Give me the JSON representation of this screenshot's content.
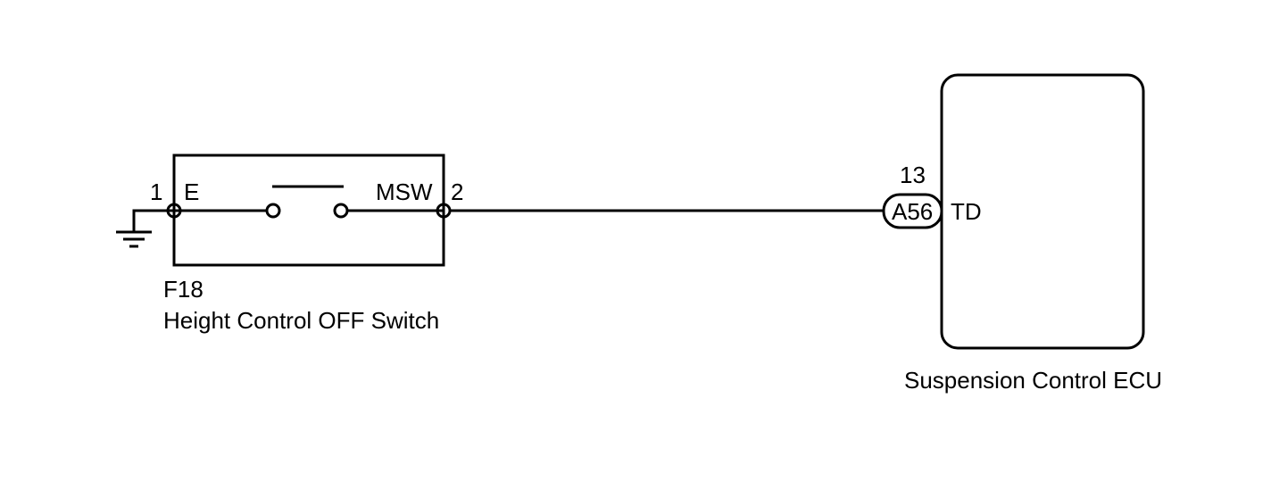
{
  "switch": {
    "connector": "F18",
    "name": "Height Control OFF Switch",
    "pin1_number": "1",
    "pin1_name": "E",
    "pin2_number": "2",
    "pin2_name": "MSW"
  },
  "ecu": {
    "name": "Suspension Control ECU",
    "connector": "A56",
    "pin_number": "13",
    "pin_name": "TD"
  }
}
